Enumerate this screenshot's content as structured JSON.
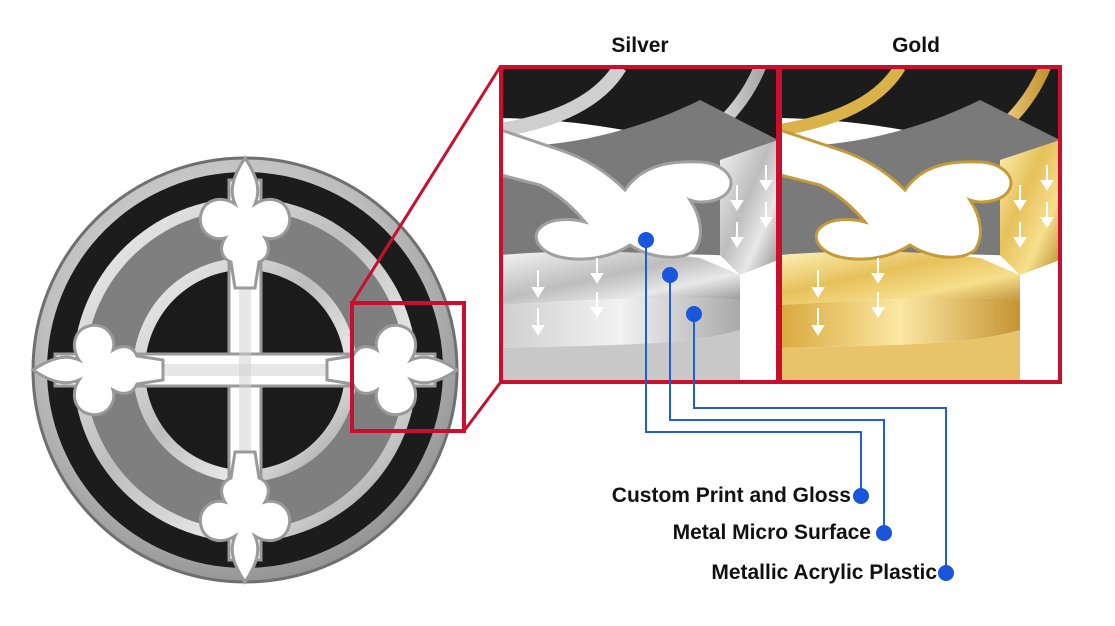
{
  "panels": {
    "silver_title": "Silver",
    "gold_title": "Gold"
  },
  "layers": [
    {
      "label": "Custom Print and Gloss"
    },
    {
      "label": "Metal Micro Surface"
    },
    {
      "label": "Metallic Acrylic Plastic"
    }
  ],
  "colors": {
    "frame_red": "#c8102e",
    "leader_blue": "#1f5fd6",
    "dot_blue": "#1a56db",
    "black_ring": "#1c1c1c",
    "gray_face": "#808080",
    "silver_light": "#e6e6e6",
    "silver_dark": "#8e8e8e",
    "gold_light": "#f6dd8a",
    "gold_dark": "#b8892c",
    "background": "#ffffff"
  },
  "icons": [
    "fleur-de-lis-cross-emblem",
    "down-arrow-icon"
  ]
}
